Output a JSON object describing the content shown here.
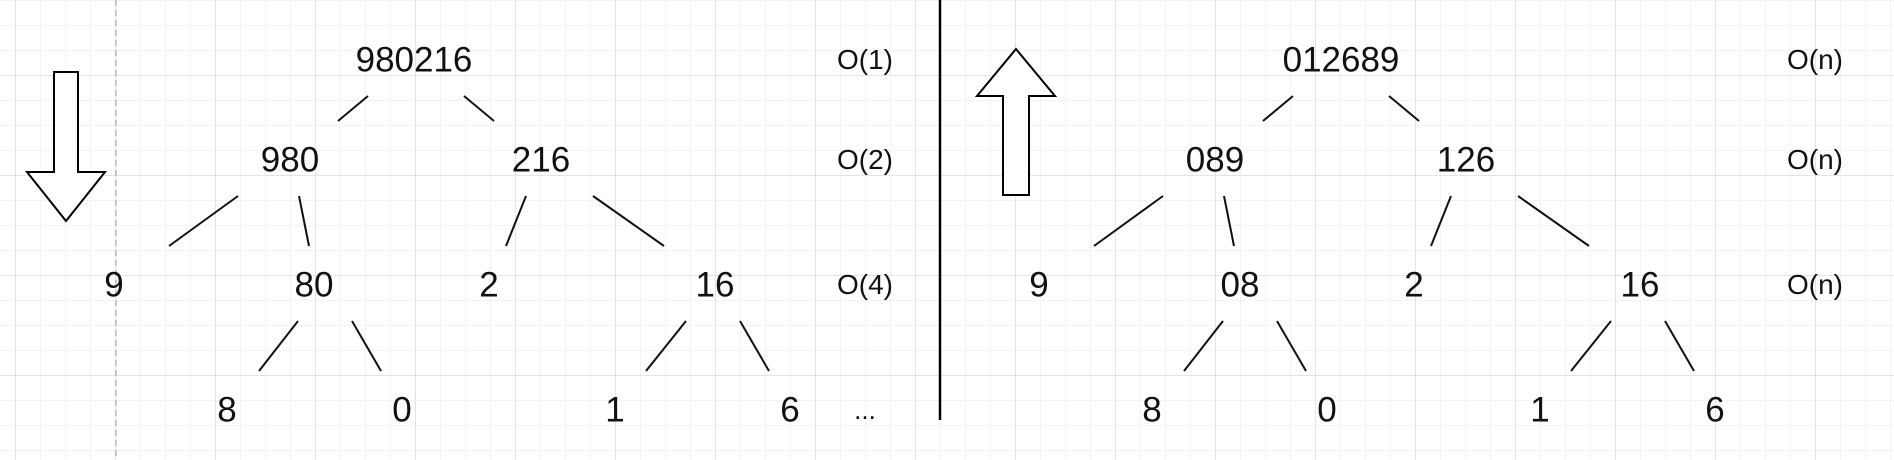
{
  "left_tree": {
    "root": "980216",
    "level1": [
      "980",
      "216"
    ],
    "level2": [
      "9",
      "80",
      "2",
      "16"
    ],
    "level3": [
      "8",
      "0",
      "1",
      "6"
    ],
    "complexity": [
      "O(1)",
      "O(2)",
      "O(4)"
    ],
    "ellipsis": "..."
  },
  "right_tree": {
    "root": "012689",
    "level1": [
      "089",
      "126"
    ],
    "level2": [
      "9",
      "08",
      "2",
      "16"
    ],
    "level3": [
      "8",
      "0",
      "1",
      "6"
    ],
    "complexity": [
      "O(n)",
      "O(n)",
      "O(n)"
    ]
  },
  "colors": {
    "ink": "#111111",
    "grid": "#e4e4e4"
  },
  "icons": {
    "left_arrow": "down-arrow-icon",
    "right_arrow": "up-arrow-icon"
  }
}
